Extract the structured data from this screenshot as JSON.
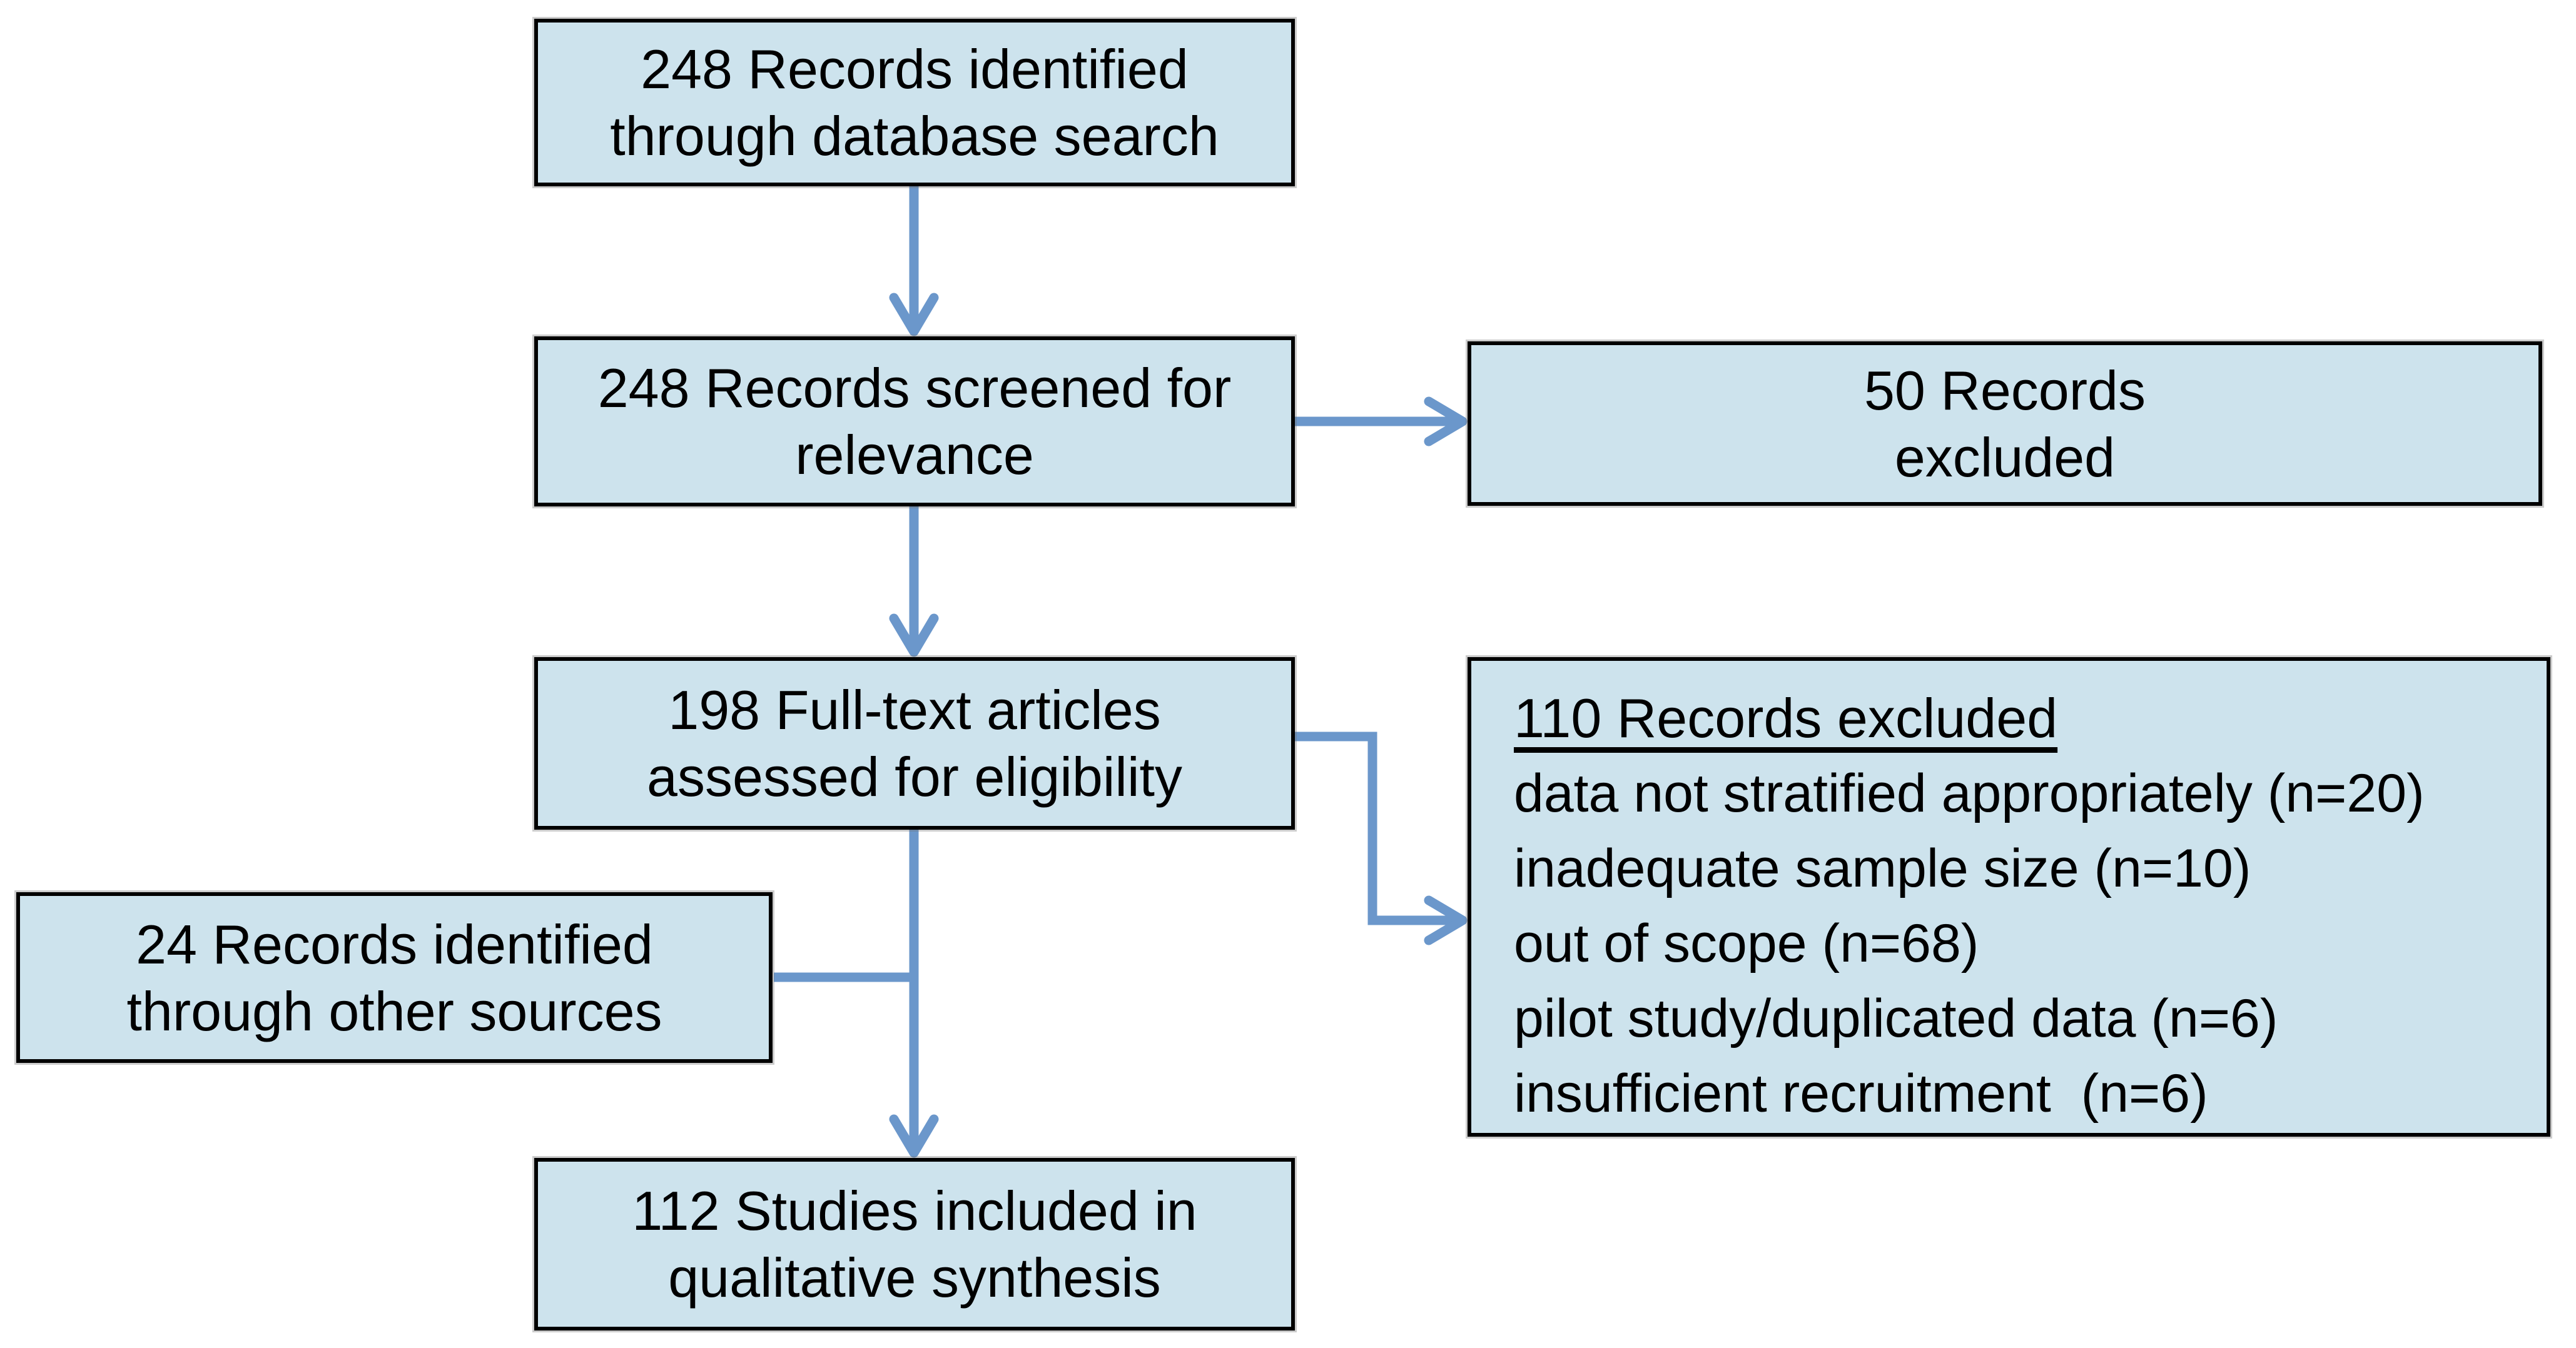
{
  "colors": {
    "box_fill": "#cde3ed",
    "box_border": "#000000",
    "arrow": "#6b97cb",
    "text": "#000000"
  },
  "boxes": {
    "identified": {
      "label": "248 Records identified\nthrough database search"
    },
    "screened": {
      "label": "248 Records screened for\nrelevance"
    },
    "excluded50": {
      "label": "50 Records\nexcluded"
    },
    "fulltext": {
      "label": "198 Full-text articles\nassessed for eligibility"
    },
    "excluded110": {
      "title": "110 Records excluded",
      "reasons": [
        "data not stratified appropriately (n=20)",
        "inadequate sample size (n=10)",
        "out of scope (n=68)",
        "pilot study/duplicated data (n=6)",
        "insufficient recruitment  (n=6)"
      ]
    },
    "other_sources": {
      "label": "24 Records identified\nthrough other sources"
    },
    "included": {
      "label": "112 Studies included in\nqualitative synthesis"
    }
  }
}
